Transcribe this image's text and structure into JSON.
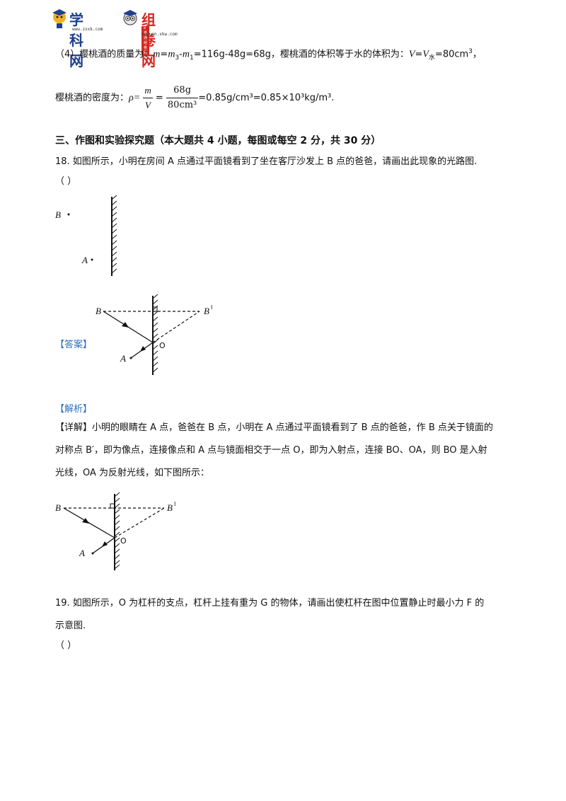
{
  "header": {
    "logo1_text": "学科网",
    "logo1_url": "www.zxxk.com",
    "logo2_text": "组卷网",
    "logo2_bar": "e卷通 组卷网",
    "logo2_url": "zujuan.xkw.com"
  },
  "part4": {
    "prefix": "（4）樱桃酒的质量为：",
    "m": "m",
    "eq1": "=",
    "m3": "m",
    "m3_sub": "3",
    "dash": "-",
    "m1": "m",
    "m1_sub": "1",
    "eq2": "=116g-48g=68g，樱桃酒的体积等于水的体积为：",
    "V": "V",
    "eq3": "=",
    "Vw": "V",
    "Vw_sub": "水",
    "vol": "=80cm",
    "vol_sup": "3",
    "tail": "，",
    "density_prefix": "樱桃酒的密度为：",
    "rho": "ρ=",
    "frac1_num": "m",
    "frac1_den": "V",
    "eq_sign": "=",
    "frac2_num": "68g",
    "frac2_den": "80cm³",
    "density_result": "=0.85g/cm³=0.85×10³kg/m³."
  },
  "section3": {
    "title": "三、作图和实验探究题（本大题共 4 小题，每图或每空 2 分，共 30 分）"
  },
  "q18": {
    "stem": "18. 如图所示，小明在房间   A 点通过平面镜看到了坐在客厅沙发上 B 点的爸爸，请画出此现象的光路图.",
    "paren": "（                    ）",
    "fig1_B": "B",
    "fig1_A": "A",
    "answer_tag": "【答案】",
    "fig2_B": "B",
    "fig2_B1": "B",
    "fig2_B1_mark": "I",
    "fig2_O": "O",
    "fig2_A": "A",
    "analysis_tag": "【解析】",
    "detail_line1": "【详解】小明的眼睛在 A 点，爸爸在 B 点，小明在 A 点通过平面镜看到了 B 点的爸爸，作 B 点关于镜面的",
    "detail_line2": "对称点 B′，即为像点，连接像点和 A 点与镜面相交于一点 O，即为入射点，连接 BO、OA，则 BO 是入射",
    "detail_line3": "光线，OA 为反射光线，如下图所示：",
    "fig3_B": "B",
    "fig3_B1": "B",
    "fig3_B1_mark": "I",
    "fig3_O": "O",
    "fig3_A": "A"
  },
  "q19": {
    "stem_line1": "19. 如图所示，O 为杠杆的支点，杠杆上挂有重为 G 的物体，请画出使杠杆在图中位置静止时最小力 F 的",
    "stem_line2": "示意图.",
    "paren": "（      ）"
  }
}
